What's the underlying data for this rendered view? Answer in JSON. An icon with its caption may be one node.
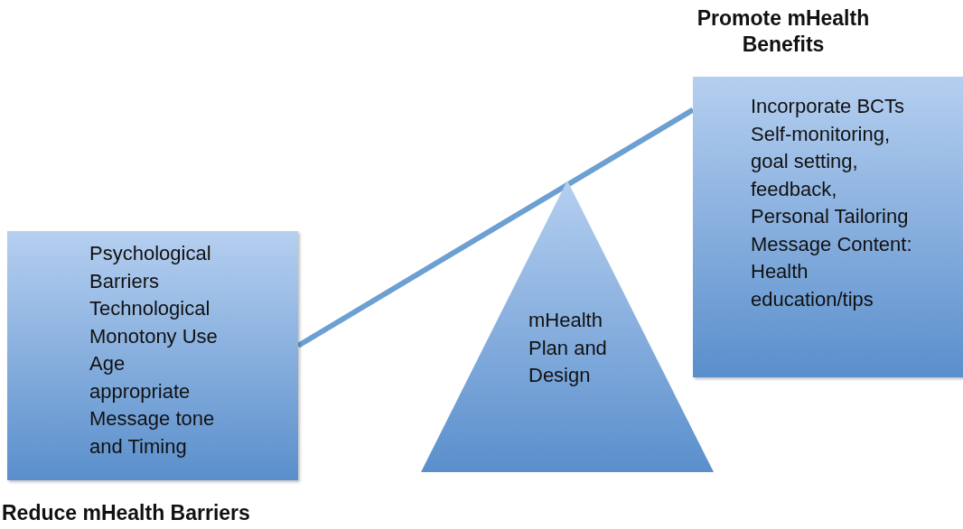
{
  "diagram": {
    "nodes": [
      {
        "text": [
          "Psychological Barriers Technological Monotony Use Age appropriate Message tone and Timing",
          "Reduce mHealth Barriers"
        ]
      },
      {
        "text": [
          "Promote mHealth Benefits",
          "Incorporate BCTs Self-monitoring, goal setting, feedback, Personal Tailoring Message Content: Health education/tips"
        ]
      },
      {
        "text": [
          "mHealth Plan and Design"
        ]
      }
    ],
    "edges": [
      {
        "from": 0,
        "to": 1,
        "arrow": "none"
      }
    ]
  }
}
